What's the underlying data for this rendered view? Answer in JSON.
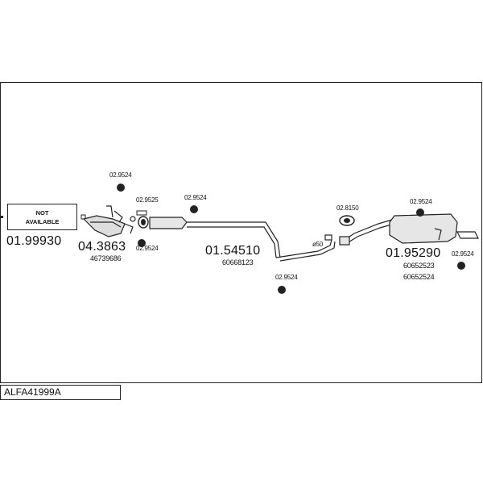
{
  "diagram_title": "ALFA41999A",
  "not_available": {
    "line1": "NOT",
    "line2": "AVAILABLE"
  },
  "parts": {
    "front_pipe": "01.99930",
    "catalyst": "04.3863",
    "catalyst_oem": "46739686",
    "middle_pipe": "01.54510",
    "middle_pipe_oem": "60668123",
    "rear_silencer": "01.95290",
    "rear_silencer_oem_1": "60652523",
    "rear_silencer_oem_2": "60652524"
  },
  "clamps": {
    "c1": "02.9524",
    "c2": "02.9525",
    "c3": "02.9524",
    "c4": "02.9524",
    "c5": "02.9524",
    "c6": "02.8150",
    "c7": "02.9524",
    "c8": "02.9524"
  },
  "diameter_label": "ø50"
}
